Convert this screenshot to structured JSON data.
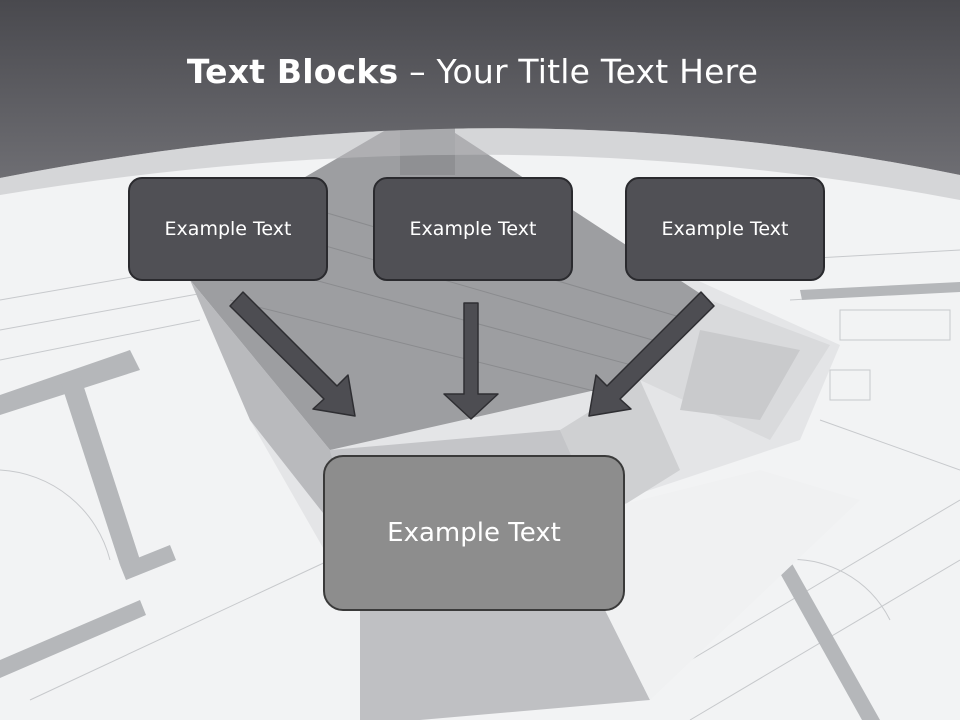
{
  "title": {
    "bold_part": "Text Blocks",
    "separator": "–",
    "rest": "Your Title Text Here"
  },
  "blocks": {
    "top": [
      "Example Text",
      "Example Text",
      "Example Text"
    ],
    "bottom": "Example Text"
  },
  "colors": {
    "header_dark": "#4b4b50",
    "block_dark": "#505055",
    "block_light": "#8d8d8d",
    "arrow": "#4d4d52"
  }
}
